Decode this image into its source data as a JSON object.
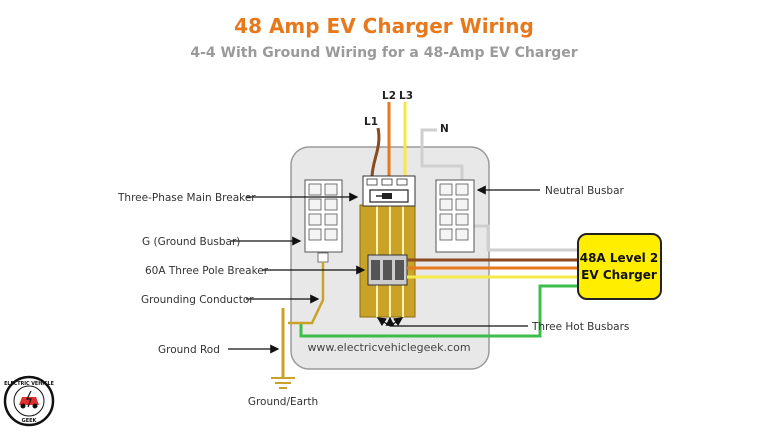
{
  "title": "48 Amp EV Charger Wiring",
  "subtitle": "4-4 With Ground Wiring for a 48-Amp EV Charger",
  "wires": {
    "l1": "L1",
    "l2": "L2",
    "l3": "L3",
    "n": "N"
  },
  "labels": {
    "main_breaker": "Three-Phase Main Breaker",
    "ground_busbar": "G (Ground Busbar)",
    "pole_breaker": "60A Three Pole Breaker",
    "grounding_conductor": "Grounding Conductor",
    "ground_rod": "Ground Rod",
    "ground_earth": "Ground/Earth",
    "neutral_busbar": "Neutral Busbar",
    "hot_busbars": "Three Hot Busbars"
  },
  "charger": {
    "line1": "48A Level 2",
    "line2": "EV Charger"
  },
  "website": "www.electricvehiclegeek.com",
  "logo": {
    "top_text": "ELECTRIC VEHICLE",
    "bottom_text": "GEEK"
  },
  "colors": {
    "title": "#e8781c",
    "l1": "#8b4a1f",
    "l2": "#e8781c",
    "l3": "#f7e84a",
    "neutral": "#cfcfcf",
    "ground": "#3cbf4a",
    "busbar": "#c9a227",
    "charger_fill": "#ffee00",
    "panel": "#e8e8e8"
  }
}
